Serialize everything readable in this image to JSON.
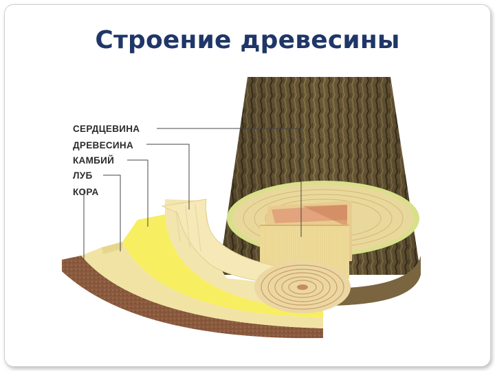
{
  "slide": {
    "title": "Строение древесины"
  },
  "diagram": {
    "labels": [
      {
        "id": "pith",
        "text": "СЕРДЦЕВИНА"
      },
      {
        "id": "wood",
        "text": "ДРЕВЕСИНА"
      },
      {
        "id": "cambium",
        "text": "КАМБИЙ"
      },
      {
        "id": "phloem",
        "text": "ЛУБ"
      },
      {
        "id": "bark",
        "text": "КОРА"
      }
    ]
  }
}
